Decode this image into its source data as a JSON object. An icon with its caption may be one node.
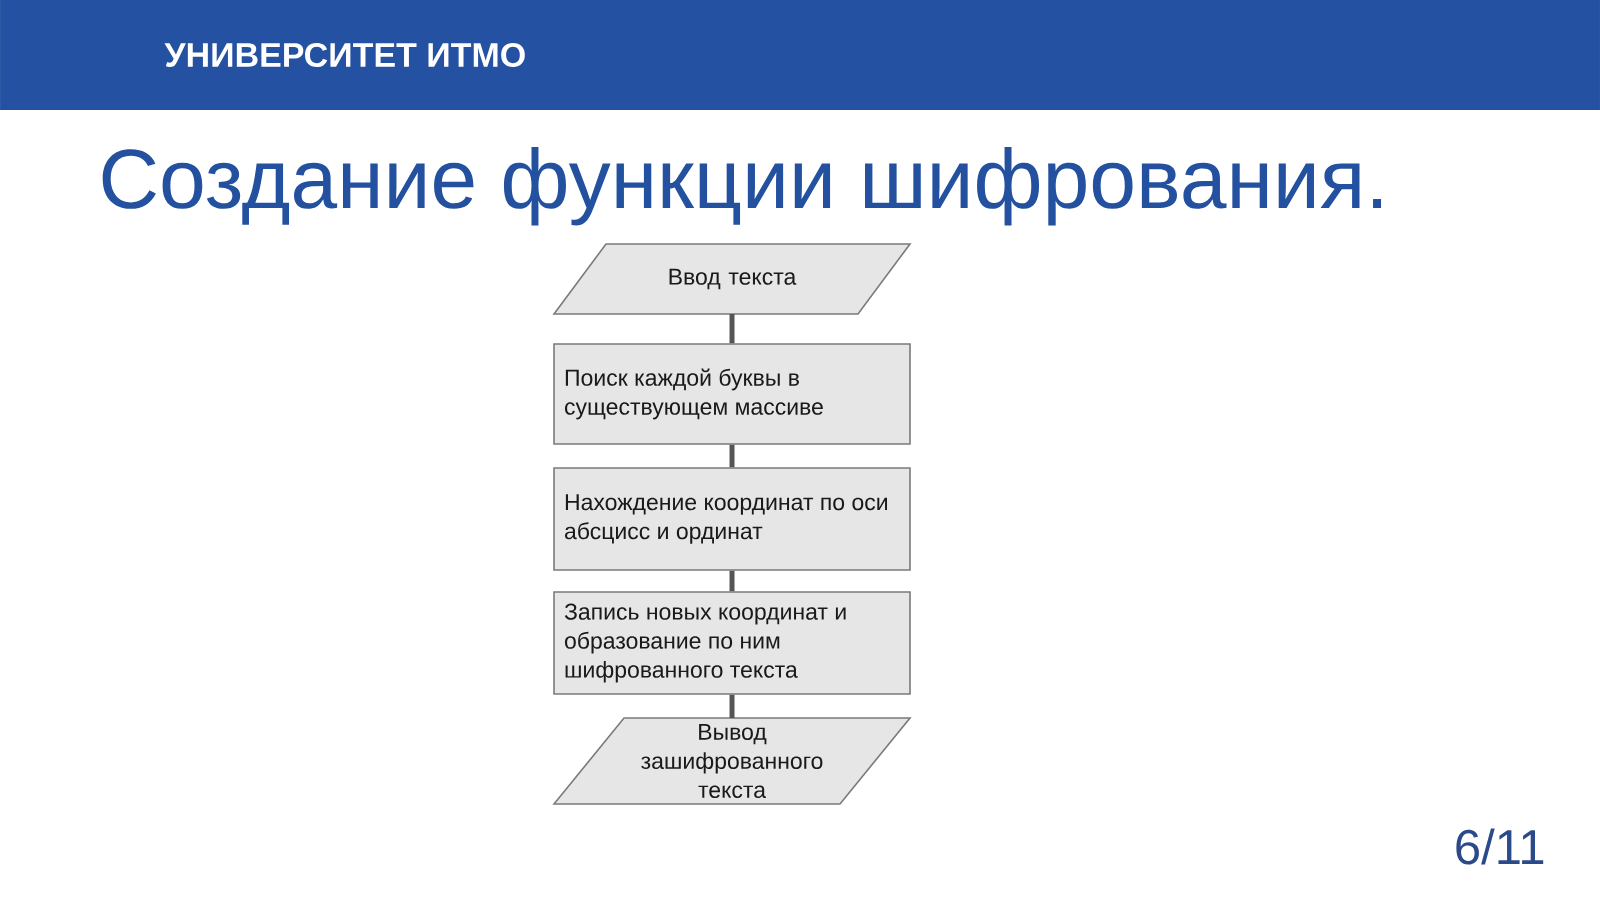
{
  "diagram": {
    "title": "Создание функции шифрования.",
    "nodes": [
      {
        "text": [
          "Ввод текста"
        ]
      },
      {
        "text": [
          "Поиск каждой буквы в существующем массиве"
        ]
      },
      {
        "text": [
          "Нахождение координат по оси абсцисс и ординат"
        ]
      },
      {
        "text": [
          "Запись новых координат и образование по ним шифрованного текста"
        ]
      },
      {
        "text": [
          "Вывод зашифрованного текста"
        ]
      }
    ],
    "edges": [
      {
        "from": 0,
        "to": 1,
        "arrow": "none"
      },
      {
        "from": 1,
        "to": 2,
        "arrow": "none"
      },
      {
        "from": 2,
        "to": 3,
        "arrow": "none"
      },
      {
        "from": 3,
        "to": 4,
        "arrow": "none"
      }
    ],
    "labels": [
      "УНИВЕРСИТЕТ ИТМО",
      "6/11"
    ]
  }
}
